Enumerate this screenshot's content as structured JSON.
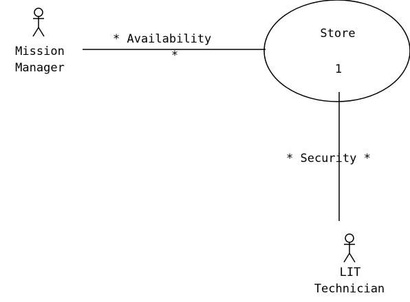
{
  "actors": {
    "mission_manager": {
      "line1": "Mission",
      "line2": "Manager"
    },
    "lit_technician": {
      "line1": "LIT",
      "line2": "Technician"
    }
  },
  "use_case": {
    "name": "Store",
    "multiplicity": "1"
  },
  "associations": {
    "availability": {
      "label": "* Availability",
      "end_multiplicity": "*"
    },
    "security": {
      "label": "* Security *"
    }
  },
  "colors": {
    "stroke": "#000000",
    "background": "#ffffff"
  }
}
